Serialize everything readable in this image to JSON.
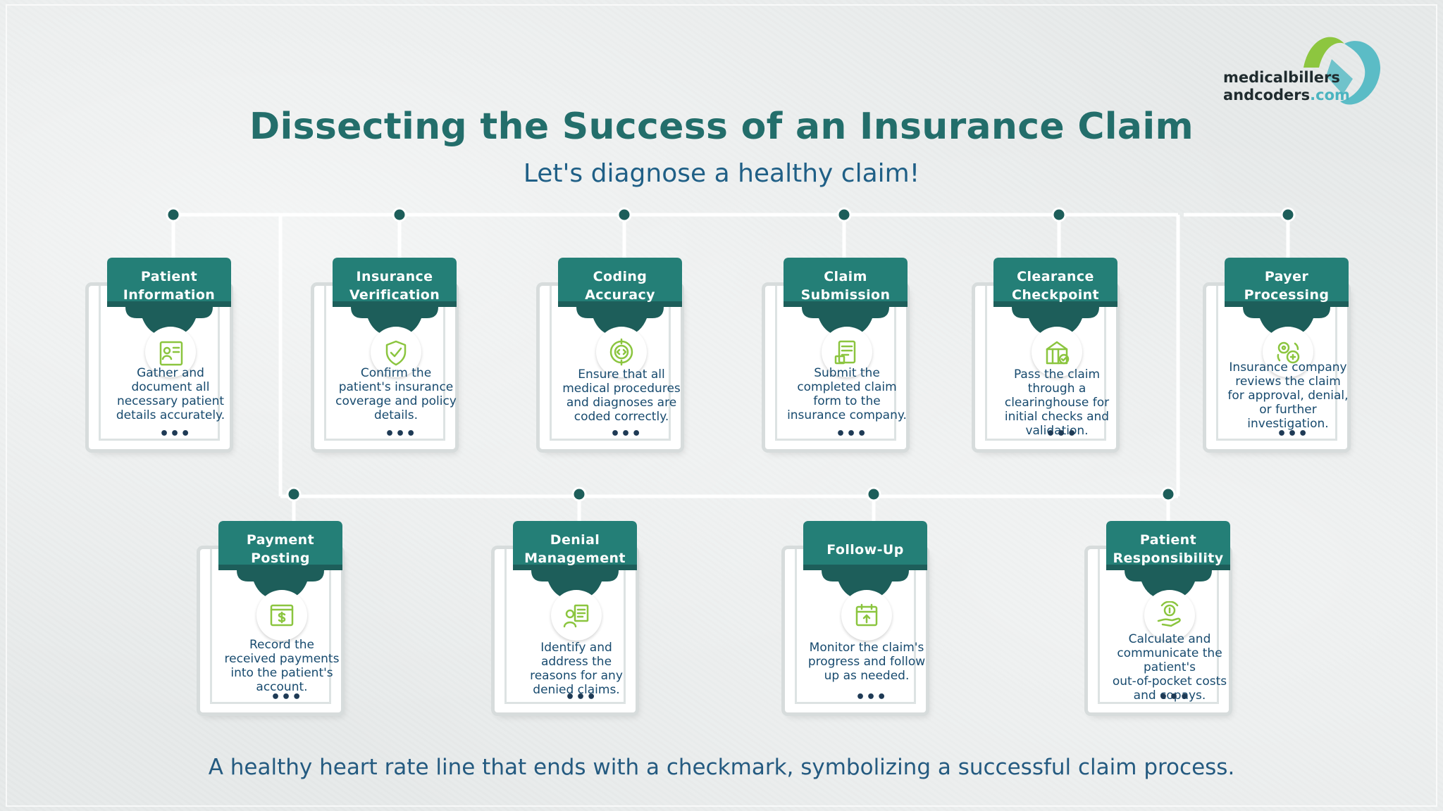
{
  "title": "Dissecting the Success of an Insurance Claim",
  "subtitle": "Let's diagnose a healthy claim!",
  "footer": "A healthy heart rate line that ends with a checkmark, symbolizing a successful claim process.",
  "logo": {
    "line1": "medicalbillers",
    "line2a": "andcoders",
    "line2b": ".com"
  },
  "colors": {
    "title": "#236e6b",
    "tab_dark": "#1d5e5a",
    "tab_light": "#2a9b8f",
    "icon": "#8bc53f",
    "text": "#174a6e",
    "line": "#ffffff",
    "node": "#1d5e5a"
  },
  "steps_top": [
    {
      "label": "Patient Information",
      "l1": "Patient",
      "l2": "Information",
      "desc": [
        "Gather and",
        "document all",
        "necessary patient",
        "details accurately."
      ],
      "icon": "id-card-icon"
    },
    {
      "label": "Insurance Verification",
      "l1": "Insurance",
      "l2": "Verification",
      "desc": [
        "Confirm the",
        "patient's insurance",
        "coverage and policy",
        "details."
      ],
      "icon": "shield-check-icon"
    },
    {
      "label": "Coding Accuracy",
      "l1": "Coding",
      "l2": "Accuracy",
      "desc": [
        "Ensure that all",
        "medical procedures",
        "and diagnoses are",
        "coded correctly."
      ],
      "icon": "target-code-icon"
    },
    {
      "label": "Claim Submission",
      "l1": "Claim",
      "l2": "Submission",
      "desc": [
        "Submit the",
        "completed claim",
        "form to the",
        "insurance company."
      ],
      "icon": "form-icon"
    },
    {
      "label": "Clearance Checkpoint",
      "l1": "Clearance",
      "l2": "Checkpoint",
      "desc": [
        "Pass the claim",
        "through a",
        "clearinghouse for",
        "initial checks and",
        "validation."
      ],
      "icon": "checkpoint-icon"
    },
    {
      "label": "Payer Processing",
      "l1": "Payer",
      "l2": "Processing",
      "desc": [
        "Insurance company",
        "reviews the claim",
        "for approval, denial,",
        "or further",
        "investigation."
      ],
      "icon": "gear-process-icon"
    }
  ],
  "steps_bottom": [
    {
      "label": "Payment Posting",
      "l1": "Payment",
      "l2": "Posting",
      "desc": [
        "Record the",
        "received payments",
        "into the patient's",
        "account."
      ],
      "icon": "payment-icon"
    },
    {
      "label": "Denial Management",
      "l1": "Denial",
      "l2": "Management",
      "desc": [
        "Identify and",
        "address the",
        "reasons for any",
        "denied claims."
      ],
      "icon": "denial-icon"
    },
    {
      "label": "Follow-Up",
      "l1": "Follow-Up",
      "l2": "",
      "desc": [
        "Monitor the claim's",
        "progress and follow",
        "up as needed."
      ],
      "icon": "calendar-up-icon"
    },
    {
      "label": "Patient Responsibility",
      "l1": "Patient",
      "l2": "Responsibility",
      "desc": [
        "Calculate and",
        "communicate the",
        "patient's",
        "out-of-pocket costs",
        "and copays."
      ],
      "icon": "hand-coin-icon"
    }
  ],
  "more": "•••"
}
